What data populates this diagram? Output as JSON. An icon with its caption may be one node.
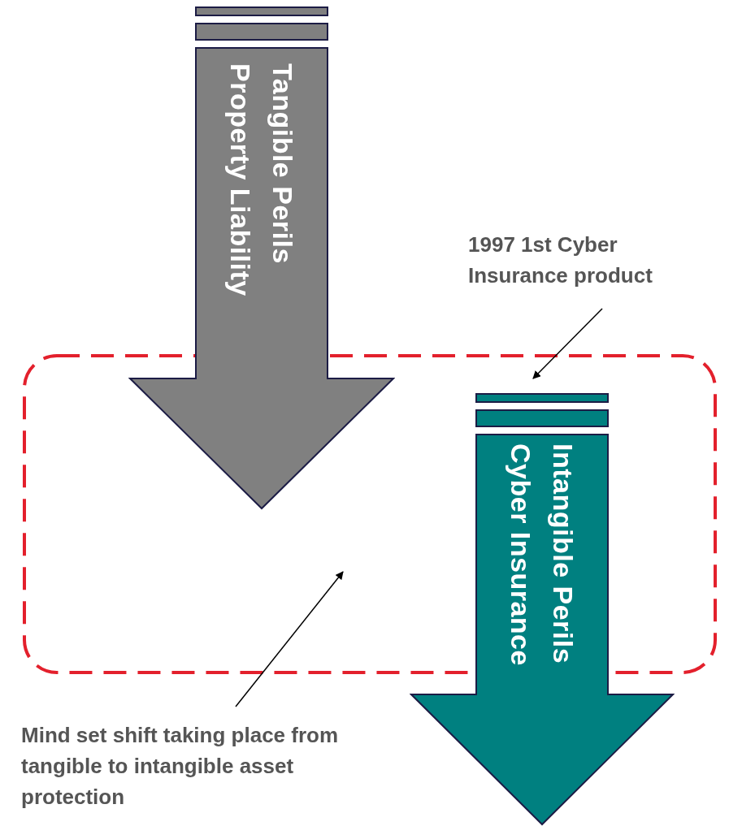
{
  "diagram": {
    "nodes": [
      {
        "text": [
          "Tangible Perils",
          "Property Liability"
        ]
      },
      {
        "text": [
          "Intangible Perils",
          "Cyber Insurance"
        ]
      },
      {
        "text": [],
        "shape": "box"
      },
      {
        "text": [
          "1997 1st Cyber Insurance product"
        ]
      },
      {
        "text": [
          "Mind set shift taking place from tangible to intangible asset protection"
        ]
      }
    ],
    "edges": [
      {
        "from": 3,
        "to": 1,
        "arrow": "to"
      },
      {
        "from": 4,
        "to": 2,
        "arrow": "to"
      }
    ]
  }
}
